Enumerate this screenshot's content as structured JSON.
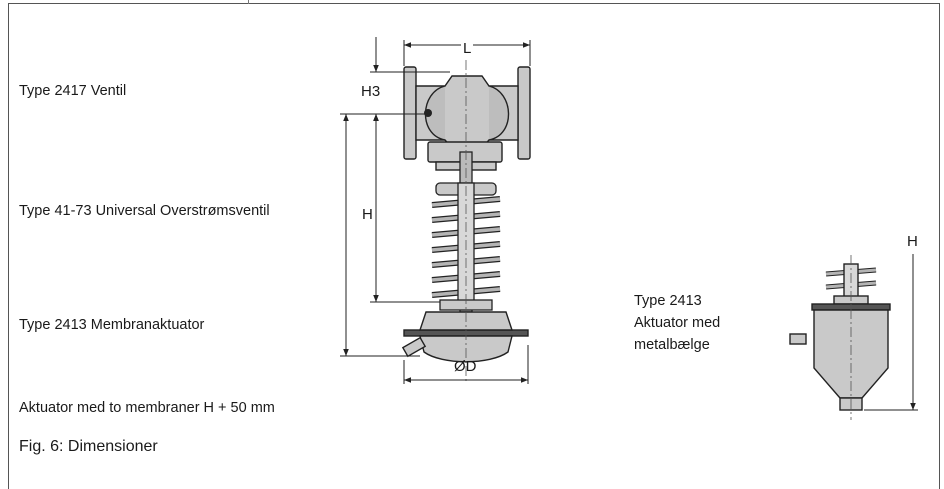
{
  "labels": {
    "valve": "Type 2417 Ventil",
    "overflow": "Type 41-73 Universal Overstrømsventil",
    "actuator": "Type 2413 Membranaktuator",
    "two_membranes": "Aktuator med to membraner H + 50 mm",
    "caption": "Fig. 6:  Dimensioner",
    "bellows_line1": "Type 2413",
    "bellows_line2": "Aktuator med",
    "bellows_line3": "metalbælge"
  },
  "dimensions": {
    "L": "L",
    "H3": "H3",
    "H": "H",
    "D": "ØD",
    "H_right": "H"
  },
  "colors": {
    "body_fill": "#c9c9c9",
    "line": "#222222",
    "shade": "#8e8e8e"
  }
}
